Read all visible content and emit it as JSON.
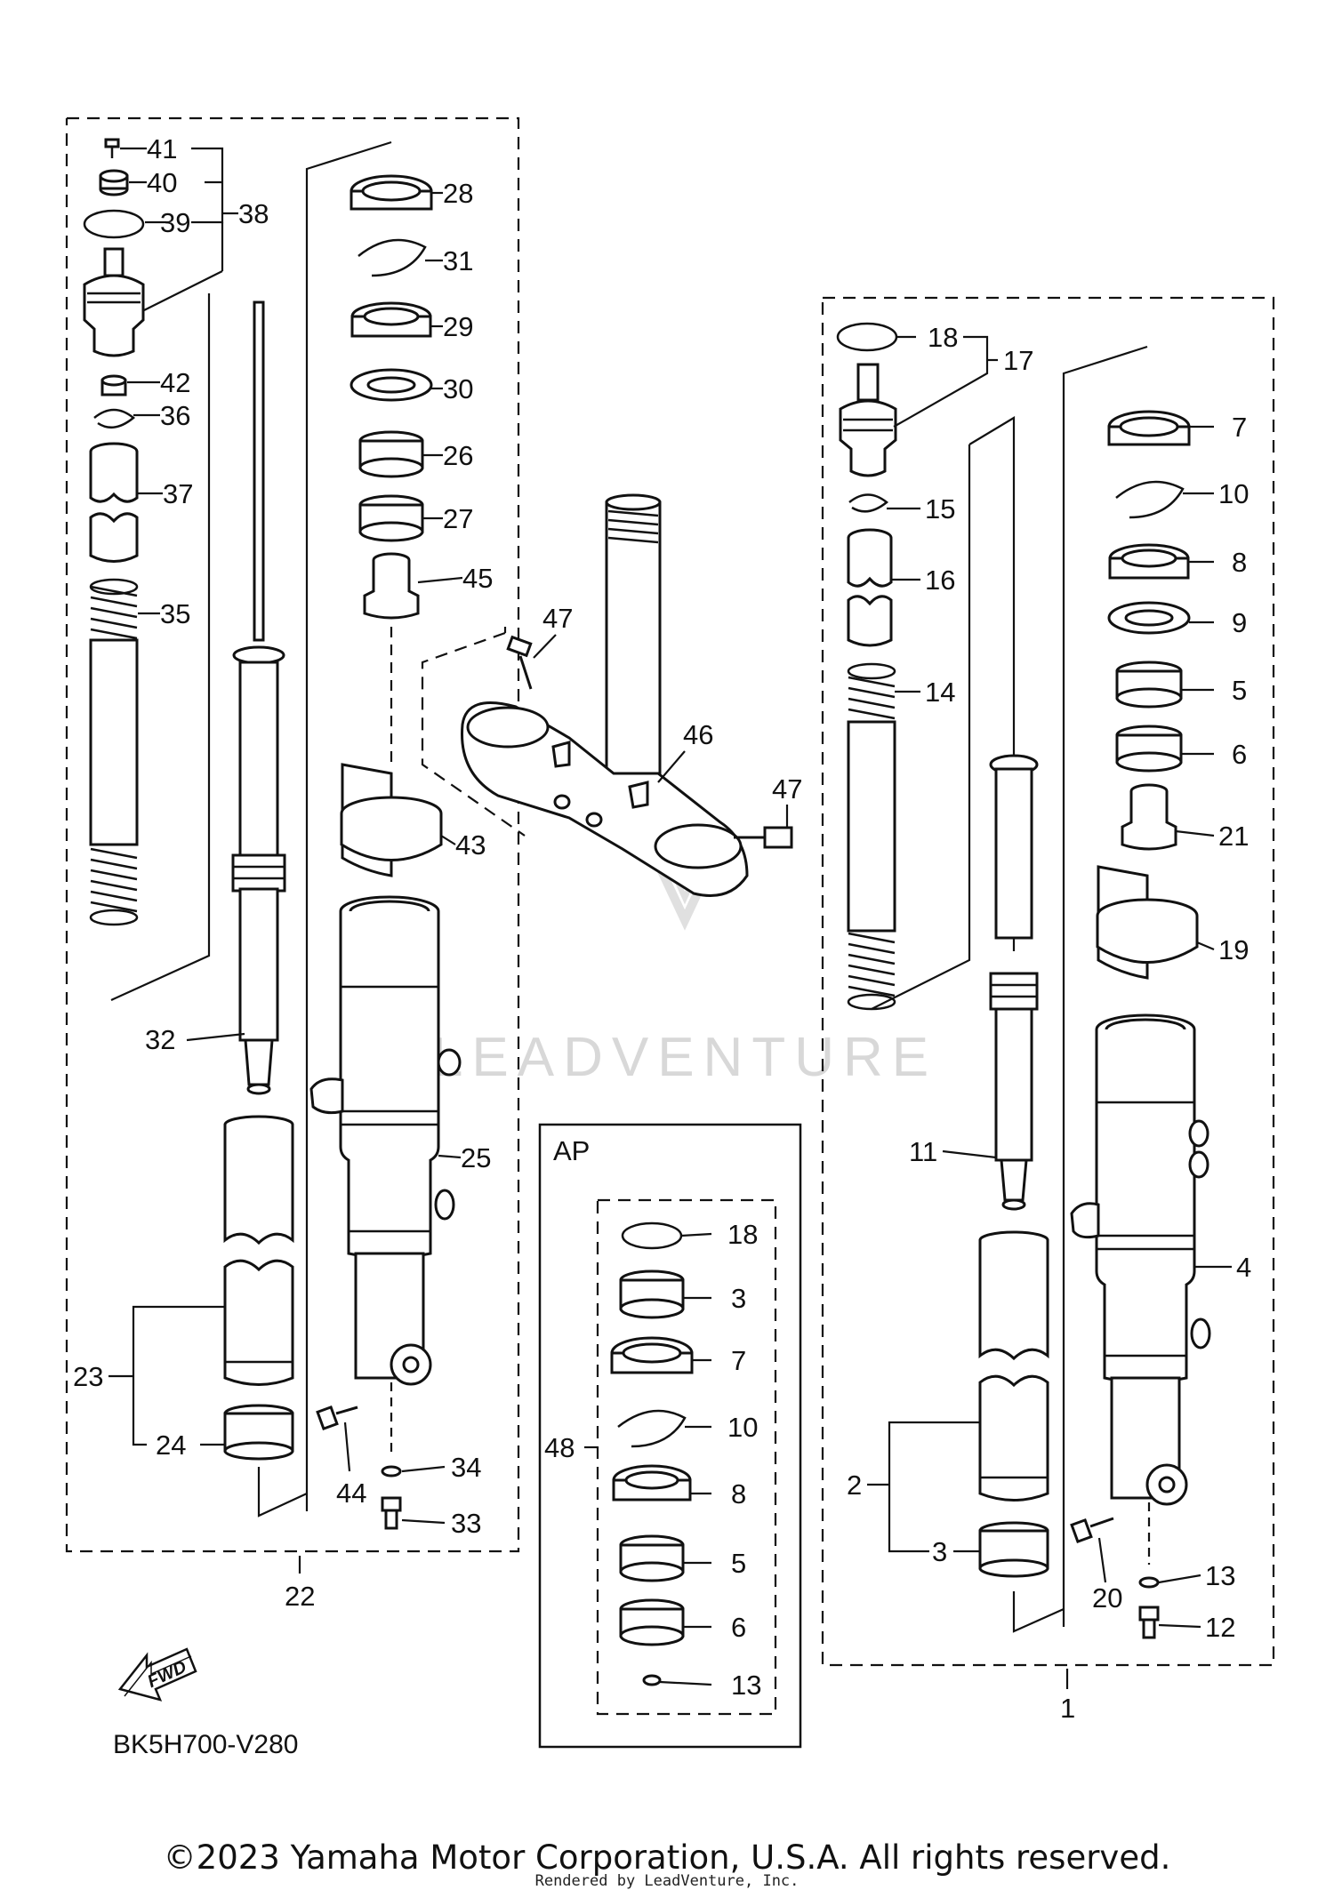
{
  "diagram": {
    "drawing_code": "BK5H700-V280",
    "fwd_label": "FWD",
    "ap_label": "AP",
    "watermark_text": "LEADVENTURE",
    "copyright": "©2023 Yamaha Motor Corporation, U.S.A. All rights reserved.",
    "rendered_by": "Rendered by LeadVenture, Inc.",
    "left_fork_callouts": [
      "41",
      "40",
      "39",
      "38",
      "42",
      "36",
      "37",
      "35",
      "32",
      "28",
      "31",
      "29",
      "30",
      "26",
      "27",
      "45",
      "43",
      "25",
      "23",
      "24",
      "44",
      "34",
      "33",
      "22"
    ],
    "center_callouts": [
      "47",
      "46",
      "47"
    ],
    "right_fork_callouts": [
      "18",
      "17",
      "15",
      "16",
      "14",
      "11",
      "7",
      "10",
      "8",
      "9",
      "5",
      "6",
      "21",
      "19",
      "4",
      "2",
      "3",
      "20",
      "13",
      "12",
      "1"
    ],
    "ap_callouts": [
      "18",
      "3",
      "7",
      "10",
      "48",
      "8",
      "5",
      "6",
      "13"
    ]
  }
}
